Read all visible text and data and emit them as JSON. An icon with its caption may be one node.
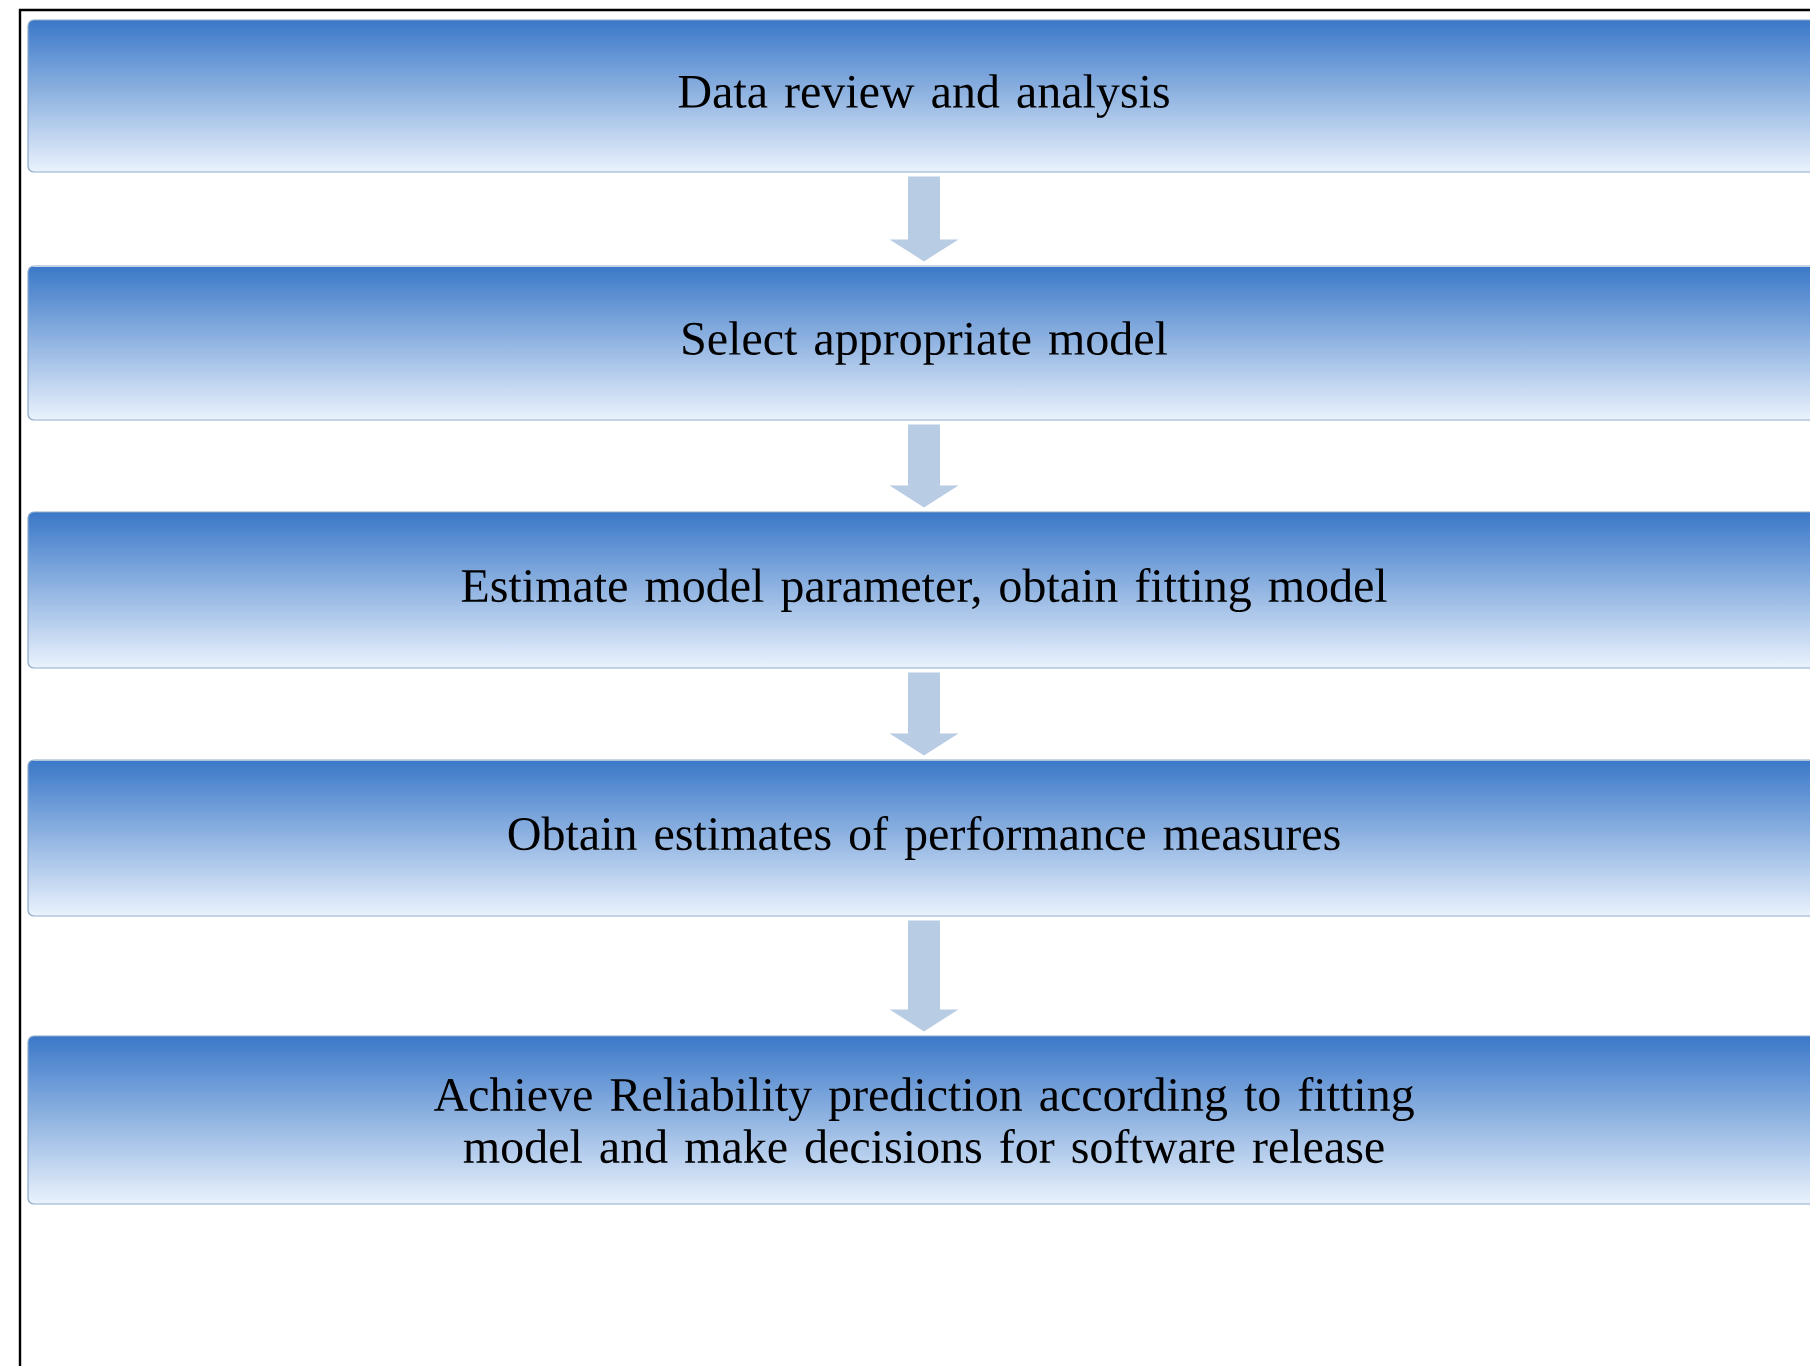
{
  "diagram": {
    "nodes": [
      {
        "text": [
          "Data review and analysis"
        ]
      },
      {
        "text": [
          "Select appropriate model"
        ]
      },
      {
        "text": [
          "Estimate model parameter, obtain fitting model"
        ]
      },
      {
        "text": [
          "Obtain estimates of  performance measures"
        ]
      },
      {
        "text": [
          "Achieve Reliability prediction according to fitting model and  make decisions for software release"
        ]
      }
    ],
    "edges": [
      {
        "from": 0,
        "to": 1,
        "arrow": "to"
      },
      {
        "from": 1,
        "to": 2,
        "arrow": "to"
      },
      {
        "from": 2,
        "to": 3,
        "arrow": "to"
      },
      {
        "from": 3,
        "to": 4,
        "arrow": "to"
      }
    ]
  }
}
